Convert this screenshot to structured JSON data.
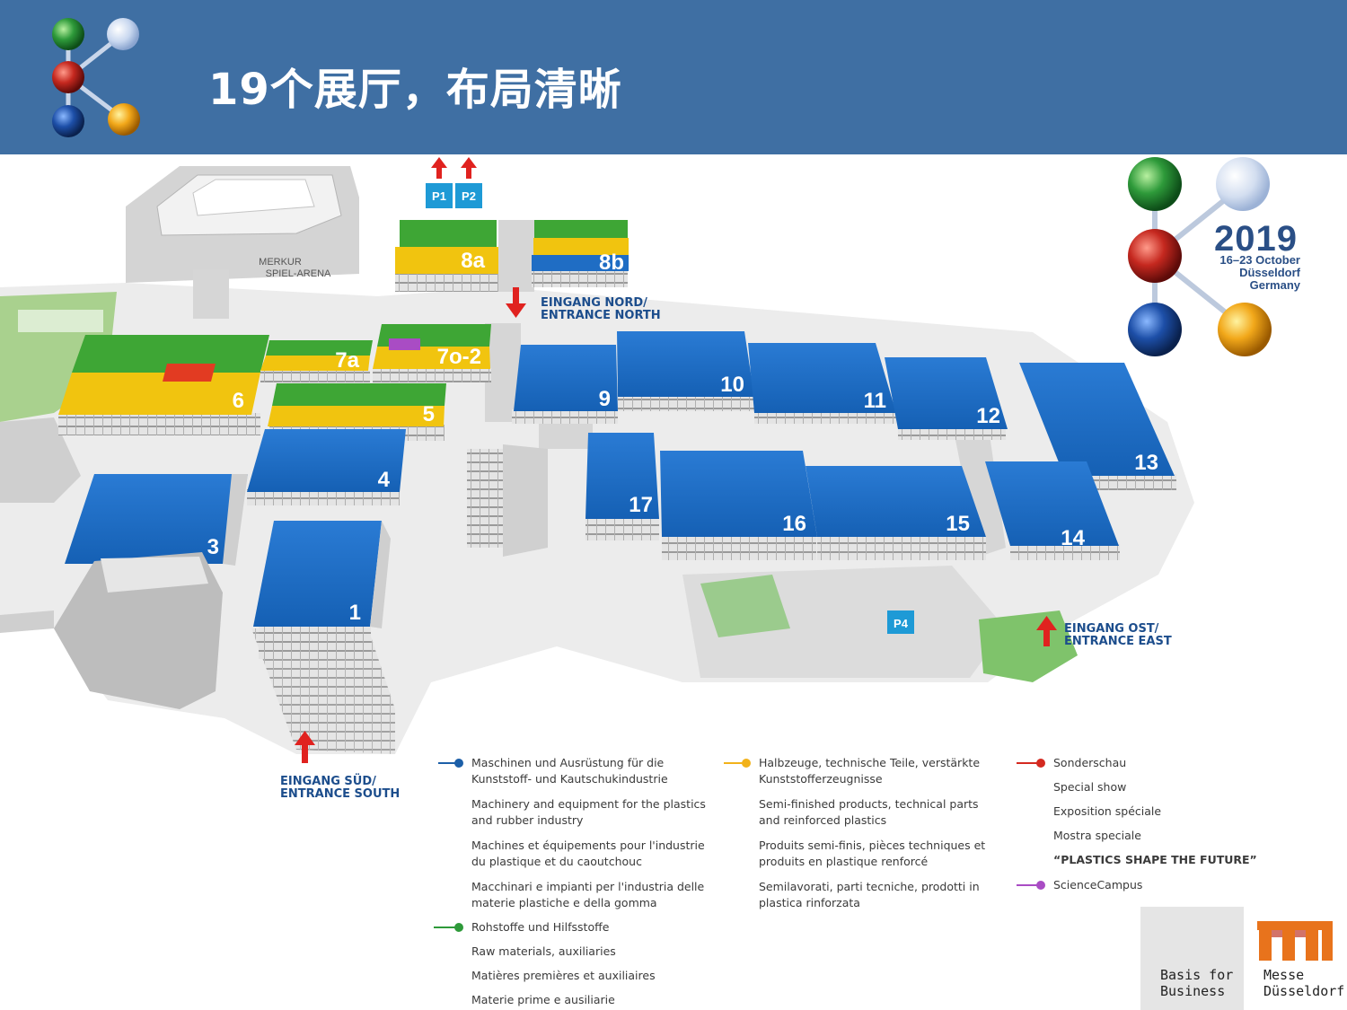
{
  "header": {
    "title": "19个展厅，布局清晰"
  },
  "colors": {
    "header_bg": "#3f6fa3",
    "hall_blue": "#1f6dc4",
    "hall_green": "#3ea635",
    "hall_yellow": "#f1c40f",
    "special_red": "#e23b22",
    "science_purple": "#a94cc4",
    "entrance_red": "#e0221f"
  },
  "map": {
    "arena": [
      "MERKUR",
      "SPIEL-ARENA"
    ],
    "halls": {
      "h1": "1",
      "h3": "3",
      "h4": "4",
      "h5": "5",
      "h6": "6",
      "h7a": "7a",
      "h7o2": "7o-2",
      "h8a": "8a",
      "h8b": "8b",
      "h9": "9",
      "h10": "10",
      "h11": "11",
      "h12": "12",
      "h13": "13",
      "h14": "14",
      "h15": "15",
      "h16": "16",
      "h17": "17"
    },
    "parking": {
      "p1": "P1",
      "p2": "P2",
      "p4": "P4"
    },
    "entrances": {
      "north": [
        "EINGANG NORD/",
        "ENTRANCE NORTH"
      ],
      "east": [
        "EINGANG OST/",
        "ENTRANCE EAST"
      ],
      "south": [
        "EINGANG SÜD/",
        "ENTRANCE SOUTH"
      ]
    }
  },
  "badge": {
    "year": "2019",
    "dates": "16–23 October",
    "city": "Düsseldorf",
    "country": "Germany"
  },
  "legend": {
    "machinery": [
      "Maschinen und Ausrüstung für die Kunststoff- und Kautschukindustrie",
      "Machinery and equipment for the plastics and rubber industry",
      "Machines et équipements pour l'industrie du plastique et du caoutchouc",
      "Macchinari e impianti per l'industria delle materie plastiche e della gomma"
    ],
    "raw": [
      "Rohstoffe und Hilfsstoffe",
      "Raw materials, auxiliaries",
      "Matières premières et auxiliaires",
      "Materie prime e ausiliarie"
    ],
    "semi": [
      "Halbzeuge, technische Teile, verstärkte Kunststofferzeugnisse",
      "Semi-finished products, technical parts and reinforced plastics",
      "Produits semi-finis, pièces techniques et produits en plastique renforcé",
      "Semilavorati, parti tecniche, prodotti in plastica rinforzata"
    ],
    "special": [
      "Sonderschau",
      "Special show",
      "Exposition spéciale",
      "Mostra speciale",
      "“PLASTICS SHAPE THE FUTURE”"
    ],
    "science": "ScienceCampus"
  },
  "footer": {
    "basis": [
      "Basis for",
      "Business"
    ],
    "messe": [
      "Messe",
      "Düsseldorf"
    ]
  }
}
